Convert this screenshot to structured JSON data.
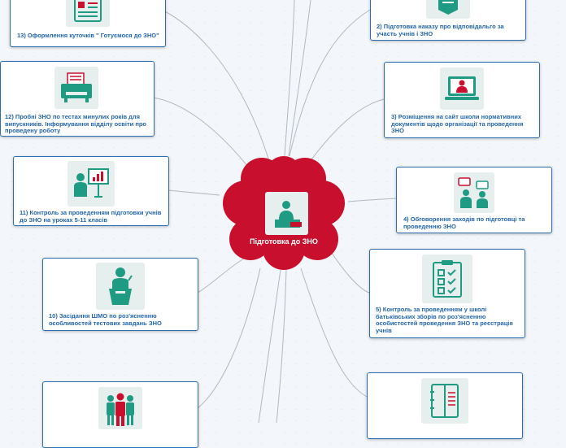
{
  "center": {
    "title": "Підготовка до ЗНО",
    "icon": "teacher-at-desk-icon",
    "color": "#c8102e"
  },
  "colors": {
    "link": "#2b6fb3",
    "accent": "#c8102e",
    "icon_green": "#1f9a83",
    "icon_bg": "#e6eeee"
  },
  "topics": [
    {
      "label": "2) Підготовка наказу про відповідальго за участь учнів і ЗНО",
      "icon": "document-icon"
    },
    {
      "label": "3) Розміщення на сайт школи нормативних документів щодо організації та проведення ЗНО",
      "icon": "laptop-presenter-icon"
    },
    {
      "label": "4) Обговорення заходів по підготовці та проведенню ЗНО",
      "icon": "discussion-icon"
    },
    {
      "label": "5) Контроль за проведенням у школі батьківських зборів по роз'ясненню особистостей проведення ЗНО та реєстрація учнів",
      "icon": "checklist-icon"
    },
    {
      "label": "",
      "icon": "notebook-icon"
    },
    {
      "label": "",
      "icon": "group-of-people-icon"
    },
    {
      "label": "10) Засідання ШМО по роз'ясненню особливостей тестових завдань ЗНО",
      "icon": "speaker-at-podium-icon"
    },
    {
      "label": "11) Контроль за проведенням підготовки учнів  до ЗНО на уроках 5-11 класів",
      "icon": "presentation-board-icon"
    },
    {
      "label": "12) Пробні ЗНО по тестах минулих років для випускників. Інформування відділу освіти про проведену роботу",
      "icon": "printer-icon"
    },
    {
      "label": "13) Оформлення куточків \" Готуємося до ЗНО\"",
      "icon": "poster-icon"
    }
  ]
}
